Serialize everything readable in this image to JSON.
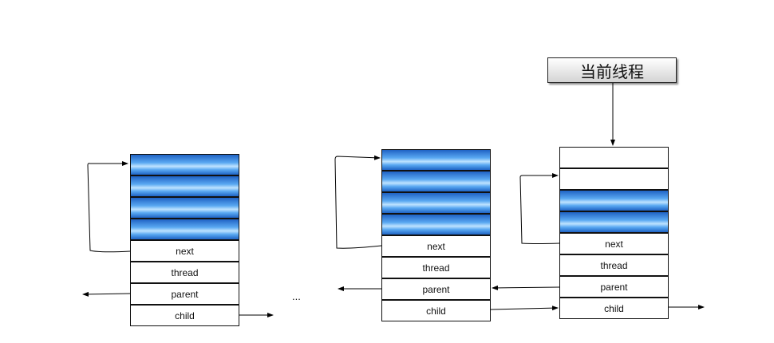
{
  "current_thread_label": "当前线程",
  "ellipsis": "...",
  "field_labels": {
    "next": "next",
    "thread": "thread",
    "parent": "parent",
    "child": "child"
  }
}
